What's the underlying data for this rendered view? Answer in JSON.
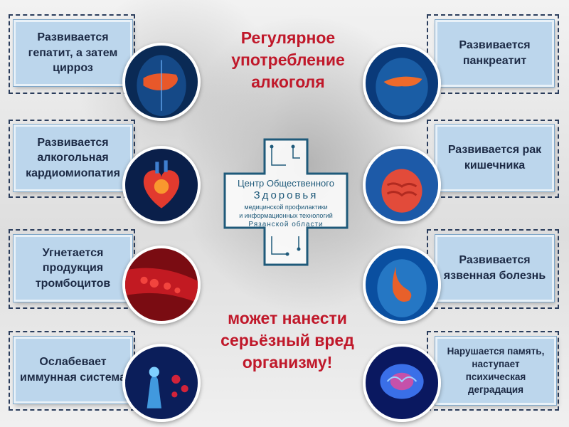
{
  "left_boxes": [
    {
      "text": "Развивается гепатит, а затем цирроз"
    },
    {
      "text": "Развивается алкогольная кардиомиопатия"
    },
    {
      "text": "Угнетается продукция тромбоцитов"
    },
    {
      "text": "Ослабевает иммунная система"
    }
  ],
  "right_boxes": [
    {
      "text": "Развивается панкреатит"
    },
    {
      "text": "Развивается рак кишечника"
    },
    {
      "text": "Развивается язвенная болезнь"
    },
    {
      "text": "Нарушается память, наступает психическая деградация"
    }
  ],
  "headline_top": "Регулярное употребление алкоголя",
  "headline_bottom": "может нанести серьёзный вред организму!",
  "logo": {
    "line1": "Центр Общественного",
    "line2": "Здоровья",
    "line3": "медицинской профилактики",
    "line4": "и информационных технологий",
    "line5": "Рязанской области"
  },
  "icons": {
    "left": [
      "liver-icon",
      "heart-icon",
      "blood-vessel-icon",
      "immune-cell-icon"
    ],
    "right": [
      "pancreas-icon",
      "intestine-icon",
      "stomach-icon",
      "brain-icon"
    ]
  },
  "colors": {
    "headline": "#c0182a",
    "box_fill": "#bcd6ec",
    "box_text": "#1c2a45",
    "frame": "#2b3d5c",
    "logo": "#1f5a7a"
  }
}
